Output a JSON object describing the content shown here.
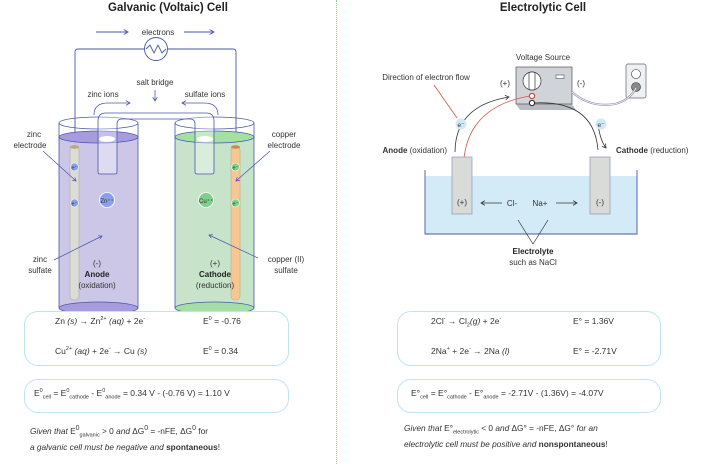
{
  "galvanic": {
    "title": "Galvanic (Voltaic) Cell",
    "labels": {
      "electrons": "electrons",
      "salt_bridge": "salt bridge",
      "zinc_ions": "zinc ions",
      "sulfate_ions": "sulfate ions",
      "zinc_electrode_1": "zinc",
      "zinc_electrode_2": "electrode",
      "copper_electrode_1": "copper",
      "copper_electrode_2": "electrode",
      "zinc_sulfate_1": "zinc",
      "zinc_sulfate_2": "sulfate",
      "copper_sulfate_1": "copper (II)",
      "copper_sulfate_2": "sulfate",
      "anode_sign": "(-)",
      "anode": "Anode",
      "anode_sub": "(oxidation)",
      "cathode_sign": "(+)",
      "cathode": "Cathode",
      "cathode_sub": "(reduction)",
      "electron": "e",
      "zn_ion": "Zn",
      "cu_ion": "Cu",
      "ion_charge": "++"
    },
    "colors": {
      "zinc_solution": "#c9c3e6",
      "copper_solution": "#c4e3c7",
      "wire": "#4a57a6",
      "copper_rod": "#f7c793",
      "zinc_rod": "#dcdcd6"
    },
    "half_reactions": [
      {
        "reaction": "Zn (s) → Zn²⁺ (aq) + 2e⁻",
        "potential_label": "E⁰ = -0.76",
        "value": -0.76
      },
      {
        "reaction": "Cu²⁺ (aq) + 2e⁻ → Cu (s)",
        "potential_label": "E⁰ = 0.34",
        "value": 0.34
      }
    ],
    "cell_equation": "E⁰cell = E⁰cathode - E⁰anode = 0.34 V - (-0.76 V) = 1.10 V",
    "cell_result": "1.10 V",
    "note_line1": "Given that E⁰galvanic > 0 and ΔG⁰ = -nFE, ΔG⁰ for",
    "note_line2": "a galvanic cell must be negative and spontaneous!"
  },
  "electrolytic": {
    "title": "Electrolytic Cell",
    "labels": {
      "voltage_source": "Voltage Source",
      "direction": "Direction of electron flow",
      "plus": "(+)",
      "minus": "(-)",
      "anode": "Anode",
      "anode_sub": "(oxidation)",
      "cathode": "Cathode",
      "cathode_sub": "(reduction)",
      "electrode_plus": "(+)",
      "electrode_minus": "(-)",
      "cl_ion": "Cl-",
      "na_ion": "Na+",
      "electrolyte": "Electrolyte",
      "electrolyte_sub": "such as NaCl",
      "electron": "e"
    },
    "colors": {
      "electrolyte": "#d3ebf7",
      "electron_flow": "#d9534f",
      "wire": "#333333"
    },
    "half_reactions": [
      {
        "reaction": "2Cl⁻ → Cl₂(g) + 2e⁻",
        "potential_label": "E° = 1.36V",
        "value": 1.36
      },
      {
        "reaction": "2Na⁺ + 2e⁻ → 2Na (l)",
        "potential_label": "E° = -2.71V",
        "value": -2.71
      }
    ],
    "cell_equation": "E°cell = E°cathode - E°anode = -2.71V - (1.36V) = -4.07V",
    "cell_result": "-4.07V",
    "note_line1": "Given that E°electrolytic < 0 and ΔG° = -nFE, ΔG° for an",
    "note_line2": "electrolytic cell must be positive and nonspontaneous!"
  }
}
